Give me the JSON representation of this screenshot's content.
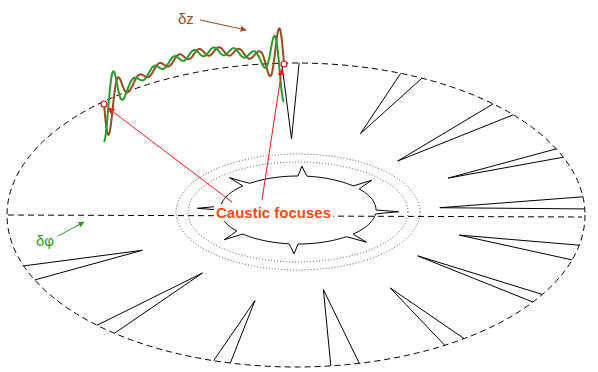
{
  "diagram": {
    "labels": [
      "δz",
      "Caustic focuses",
      "δφ"
    ]
  }
}
